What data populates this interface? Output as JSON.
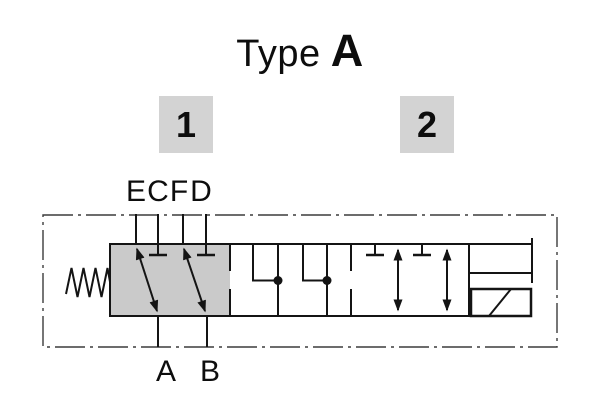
{
  "title": {
    "text": "Type",
    "variant": "A"
  },
  "position_labels": {
    "one": "1",
    "two": "2"
  },
  "ports": {
    "top": [
      "E",
      "C",
      "F",
      "D"
    ],
    "bottom": [
      "A",
      "B"
    ]
  },
  "symbols": {
    "spring": "spring-return",
    "solenoid": "solenoid-actuator",
    "position_1": "crossover-double-arrows-with-blocked-ports",
    "position_center": "junction-dots-to-common-line",
    "position_2": "straight-through-double-arrows-with-blocked-ports",
    "enclosure": "dash-dot-chain-border"
  },
  "colors": {
    "valve_fill": "#cacaca",
    "label_fill": "#d3d3d3",
    "line": "#141414",
    "chain": "#3c3c3c"
  }
}
